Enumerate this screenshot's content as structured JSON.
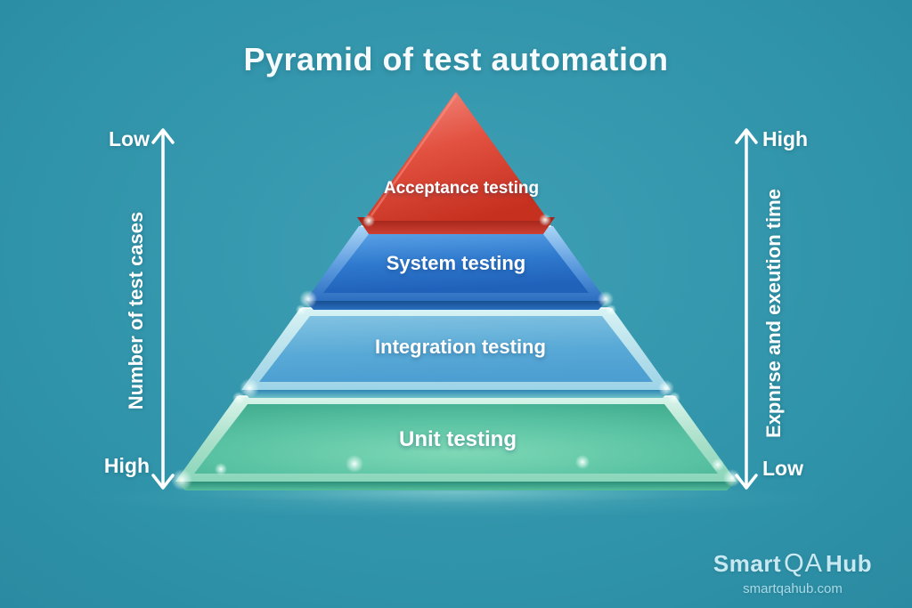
{
  "title": "Pyramid of test automation",
  "pyramid": {
    "layers": [
      {
        "id": "acceptance",
        "label": "Acceptance testing",
        "color": "#dd4437"
      },
      {
        "id": "system",
        "label": "System testing",
        "color": "#2e78cd"
      },
      {
        "id": "integration",
        "label": "Integration testing",
        "color": "#58a9d6"
      },
      {
        "id": "unit",
        "label": "Unit testing",
        "color": "#53c0a0"
      }
    ]
  },
  "left_axis": {
    "top_label": "Low",
    "bottom_label": "High",
    "axis_label": "Number of test cases"
  },
  "right_axis": {
    "top_label": "High",
    "bottom_label": "Low",
    "axis_label": "Expnrse and exeution time"
  },
  "footer": {
    "brand_smart": "Smart",
    "brand_qa": "QA",
    "brand_hub": "Hub",
    "website": "smartqahub.com"
  },
  "colors": {
    "bg_center": "#3f9fb4",
    "bg_mid": "#2f93a9",
    "bg_edge": "#27859c",
    "red": "#dd4437",
    "blue": "#2e78cd",
    "light_blue": "#58a9d6",
    "green": "#53c0a0",
    "text": "#ffffff",
    "brand_text": "#c9e9f2",
    "website_text": "#a9d9e6"
  }
}
